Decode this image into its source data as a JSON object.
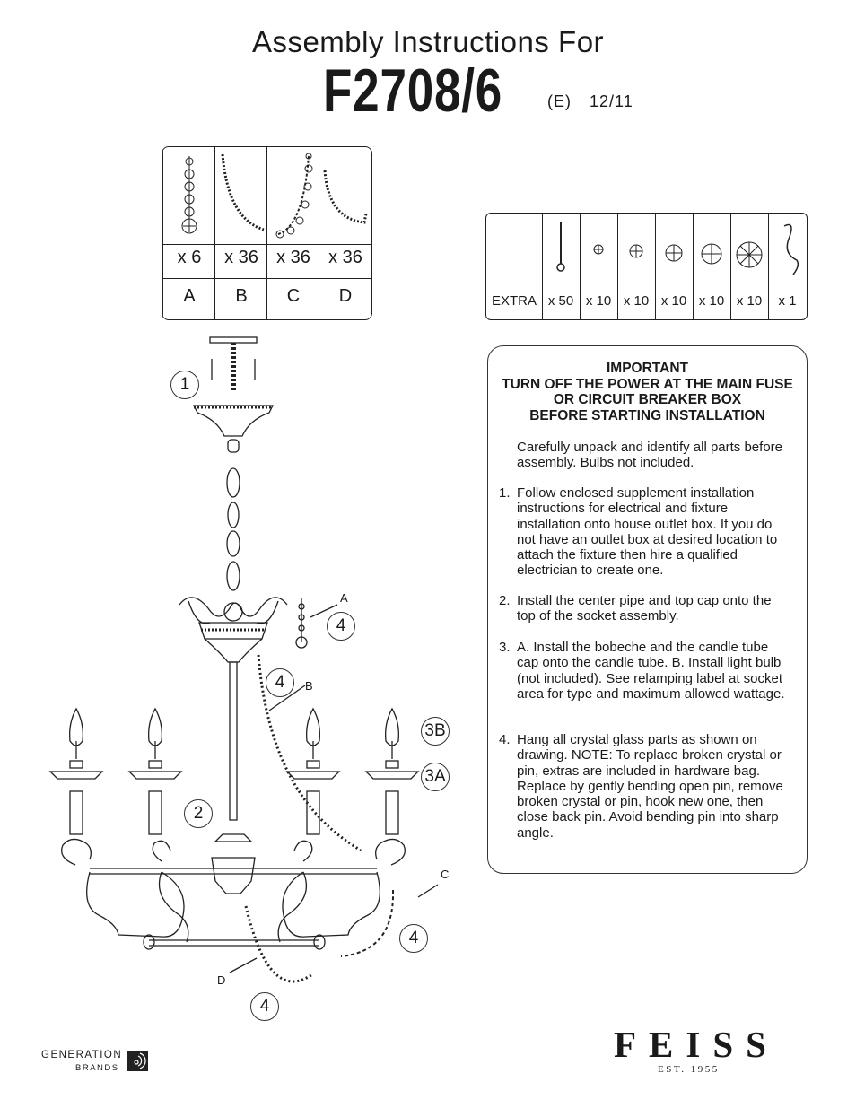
{
  "header": {
    "title": "Assembly Instructions For",
    "model": "F2708/6",
    "edition": "(E)",
    "date": "12/11"
  },
  "parts": [
    {
      "qty": "x 6",
      "label": "A"
    },
    {
      "qty": "x 36",
      "label": "B"
    },
    {
      "qty": "x 36",
      "label": "C"
    },
    {
      "qty": "x 36",
      "label": "D"
    }
  ],
  "extras": {
    "label": "EXTRA",
    "quantities": [
      "x 50",
      "x 10",
      "x 10",
      "x 10",
      "x 10",
      "x 10",
      "x 1"
    ]
  },
  "instructions": {
    "important": [
      "IMPORTANT",
      "TURN OFF THE POWER AT THE MAIN FUSE",
      "OR CIRCUIT BREAKER BOX",
      "BEFORE STARTING INSTALLATION"
    ],
    "intro": "Carefully unpack and identify all parts before assembly.  Bulbs not included.",
    "steps": [
      {
        "num": "1.",
        "text": "Follow enclosed supplement installation instructions for electrical and fixture installation onto house outlet box. If you do not have an outlet box at desired location to attach the fixture then hire a qualified electrician to create one."
      },
      {
        "num": "2.",
        "text": "Install the center pipe and top cap onto the top of the socket assembly."
      },
      {
        "num": "3.",
        "text": "A. Install the bobeche and the candle tube cap onto the candle tube. B. Install light bulb (not included). See relamping label at socket area for type and maximum allowed wattage."
      },
      {
        "num": "4.",
        "text": "Hang all crystal glass parts as shown on drawing. NOTE: To replace broken crystal or pin, extras are included in hardware bag. Replace by gently bending open pin, remove broken crystal or pin, hook new one, then close back pin.  Avoid bending pin into sharp angle."
      }
    ]
  },
  "diagram": {
    "callouts": [
      "1",
      "4",
      "4",
      "3B",
      "3A",
      "2",
      "4",
      "4"
    ],
    "letters": [
      "A",
      "B",
      "C",
      "D"
    ]
  },
  "brand": {
    "name": "FEISS",
    "est": "EST. 1955",
    "group_line1": "GENERATION",
    "group_line2": "BRANDS"
  }
}
